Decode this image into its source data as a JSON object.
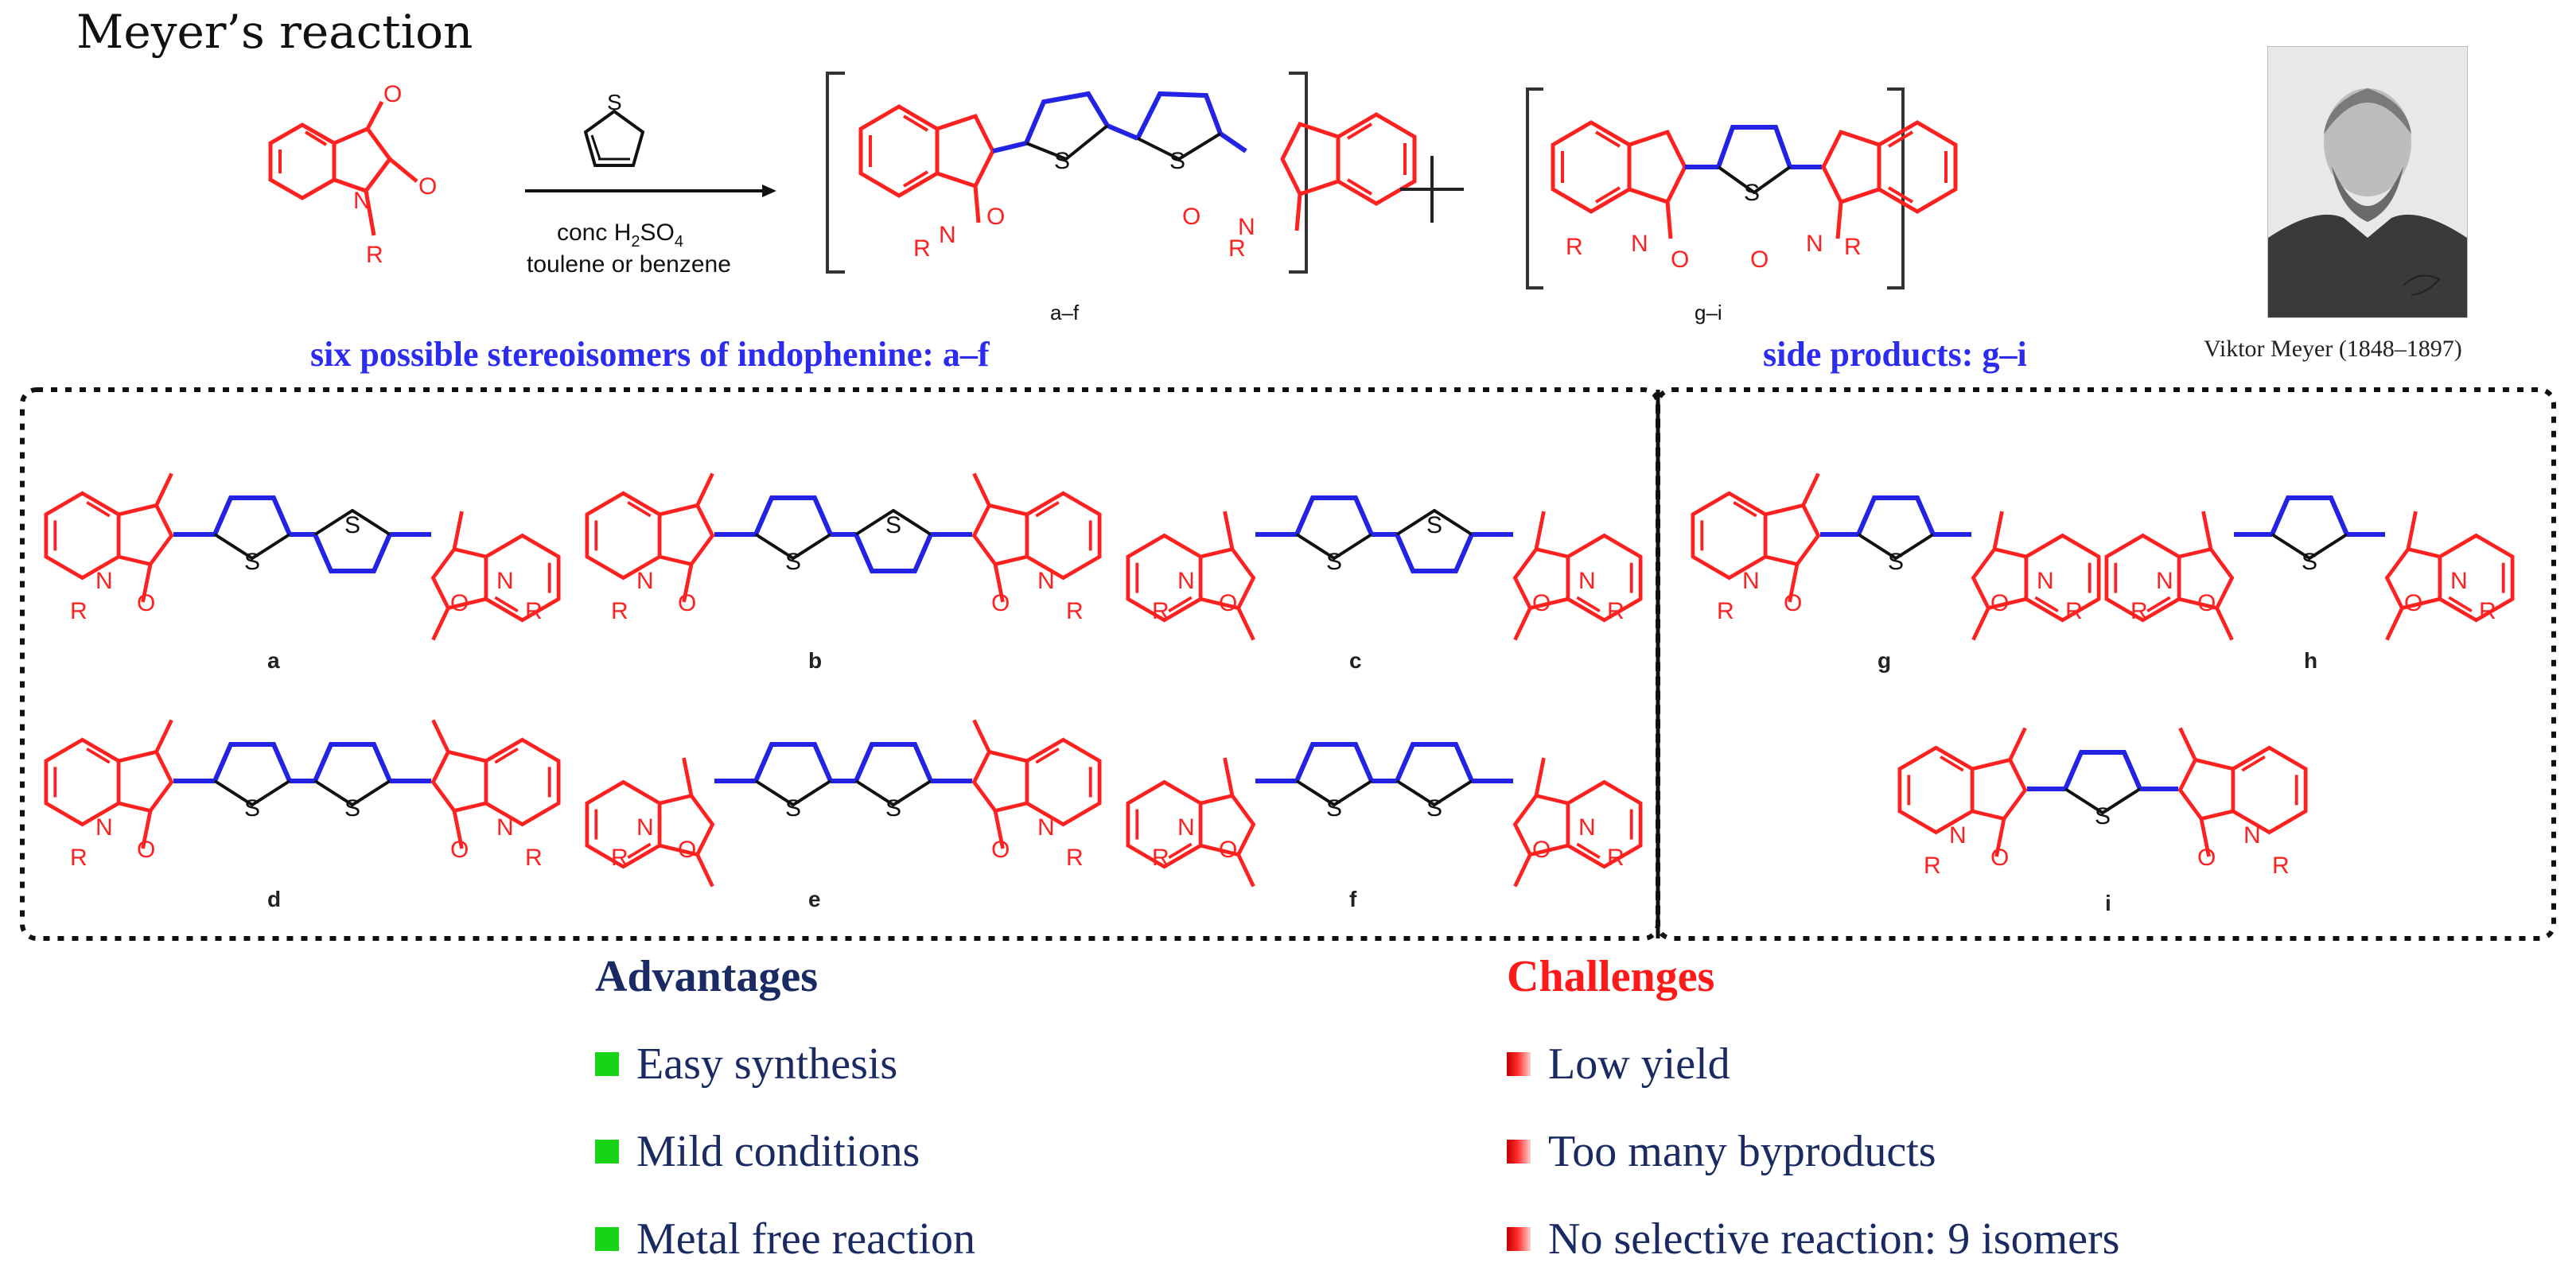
{
  "title": "Meyer’s reaction",
  "reagents": {
    "line1": "conc H",
    "line1_sub": "2",
    "line1_mid": "SO",
    "line1_sub2": "4",
    "line2": "toulene or benzene"
  },
  "product_labels": {
    "main": "a–f",
    "side": "g–i"
  },
  "section_heads": {
    "stereoisomers": "six possible stereoisomers of indophenine: a–f",
    "side_products": "side products: g–i"
  },
  "portrait_caption": "Viktor Meyer (1848–1897)",
  "isomer_labels": [
    "a",
    "b",
    "c",
    "d",
    "e",
    "f",
    "g",
    "h",
    "i"
  ],
  "atoms": {
    "O": "O",
    "N": "N",
    "R": "R",
    "S": "S"
  },
  "advantages": {
    "title": "Advantages",
    "items": [
      "Easy synthesis",
      "Mild conditions",
      "Metal free reaction"
    ]
  },
  "challenges": {
    "title": "Challenges",
    "items": [
      "Low yield",
      "Too many byproducts",
      "No selective reaction: 9 isomers"
    ]
  },
  "colors": {
    "oxindole": "#ff2020",
    "thiophene_bond": "#2323e6",
    "advantages_title": "#1a2a63",
    "challenges_title": "#ff1a1a",
    "bullet_adv": "#19d319"
  },
  "icons": [
    "thiophene-icon",
    "reaction-arrow-icon",
    "plus-icon",
    "portrait-icon"
  ]
}
